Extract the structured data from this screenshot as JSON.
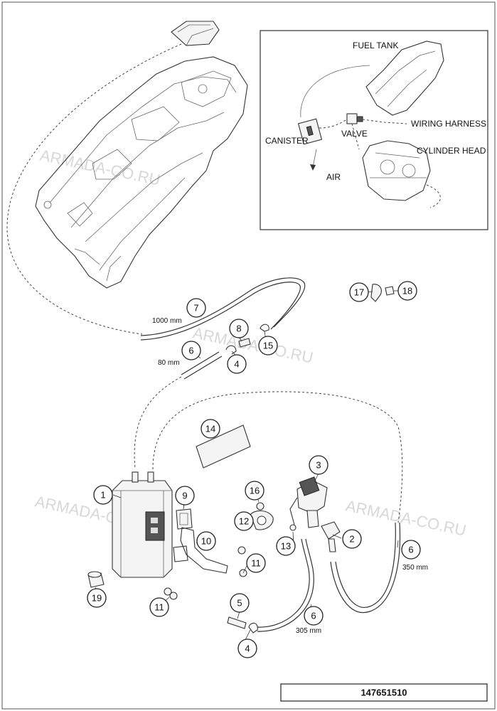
{
  "inset": {
    "labels": {
      "fuel_tank": "FUEL TANK",
      "wiring_harness": "WIRING HARNESS",
      "canister": "CANISTER",
      "valve": "VALVE",
      "cylinder_head": "CYLINDER HEAD",
      "air": "AIR"
    }
  },
  "callouts": {
    "c1": "1",
    "c2": "2",
    "c3": "3",
    "c4a": "4",
    "c4b": "4",
    "c5": "5",
    "c6a": "6",
    "c6b": "6",
    "c6c": "6",
    "c7": "7",
    "c8": "8",
    "c9": "9",
    "c10": "10",
    "c11a": "11",
    "c11b": "11",
    "c12": "12",
    "c13": "13",
    "c14": "14",
    "c15": "15",
    "c16": "16",
    "c17": "17",
    "c18": "18",
    "c19": "19"
  },
  "dimensions": {
    "d1000": "1000 mm",
    "d80": "80 mm",
    "d350": "350 mm",
    "d305": "305 mm"
  },
  "watermark": "ARMADA-CO.RU",
  "drawing_number": "147651510"
}
